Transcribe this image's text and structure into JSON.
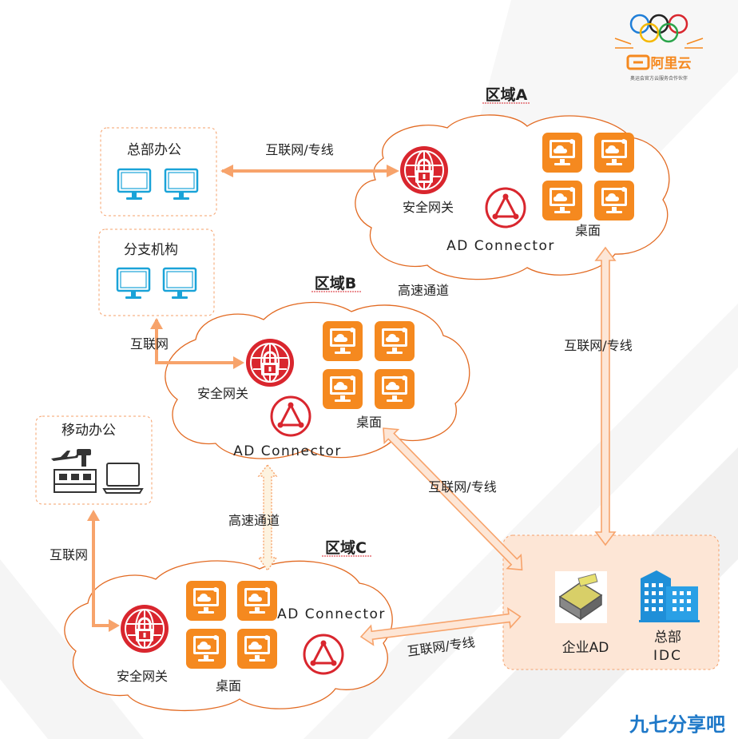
{
  "labels": {
    "region_a": "区域A",
    "region_b": "区域B",
    "region_c": "区域C",
    "hq_office": "总部办公",
    "branch": "分支机构",
    "mobile_office": "移动办公",
    "gateway_a": "安全网关",
    "gateway_b": "安全网关",
    "gateway_c": "安全网关",
    "ad_connector_a": "AD Connector",
    "ad_connector_b": "AD Connector",
    "ad_connector_c": "AD Connector",
    "desktop_a": "桌面",
    "desktop_b": "桌面",
    "desktop_c": "桌面",
    "enterprise_ad": "企业AD",
    "hq_idc_line1": "总部",
    "hq_idc_line2": "IDC",
    "link_hq_a": "互联网/专线",
    "link_branch_b": "互联网",
    "link_mobile_c": "互联网",
    "link_a_b": "高速通道",
    "link_b_c": "高速通道",
    "link_a_idc": "互联网/专线",
    "link_b_idc": "互联网/专线",
    "link_c_idc": "互联网/专线"
  },
  "brand": {
    "name": "阿里云",
    "tagline": "奥运会官方云服务合作伙伴"
  },
  "watermark": "九七分享吧",
  "colors": {
    "orange": "#f5891f",
    "red": "#d9262e",
    "arrow": "#f7a36b",
    "cloud_stroke": "#e26a22",
    "idc_bg": "#fde6d6",
    "building": "#1f8fd8",
    "monitor": "#1aa3d8"
  }
}
